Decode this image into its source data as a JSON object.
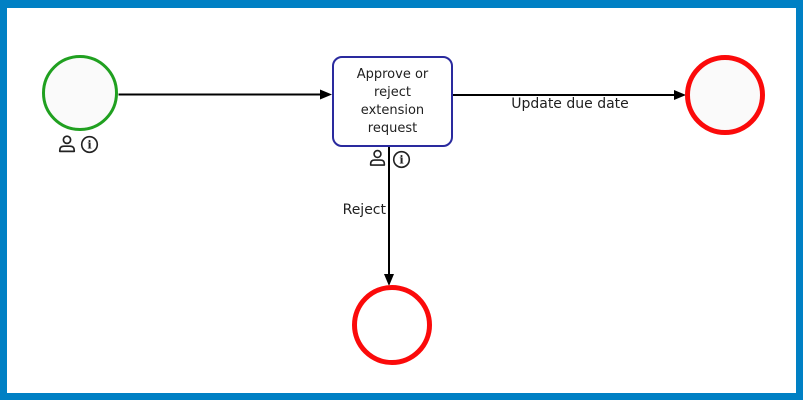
{
  "colors": {
    "frame": "#0080c4",
    "flow": "#000000",
    "text": "#1f1f1f",
    "icon": "#222222",
    "start_stroke": "#20a020",
    "end_stroke": "#fb0a0a",
    "task_stroke": "#2a2a9e",
    "event_fill": "#fafafa",
    "end_reject_fill": "#ffffff",
    "task_fill": "#ffffff"
  },
  "task": {
    "label": "Approve or reject extension request",
    "label_lines": [
      "Approve or",
      "reject",
      "extension",
      "request"
    ]
  },
  "flows": {
    "start_to_task": {
      "label": ""
    },
    "task_to_end_update": {
      "label": "Update due date"
    },
    "task_to_end_reject": {
      "label": "Reject"
    }
  },
  "icons": {
    "user": "user-icon",
    "info": "info-icon"
  }
}
